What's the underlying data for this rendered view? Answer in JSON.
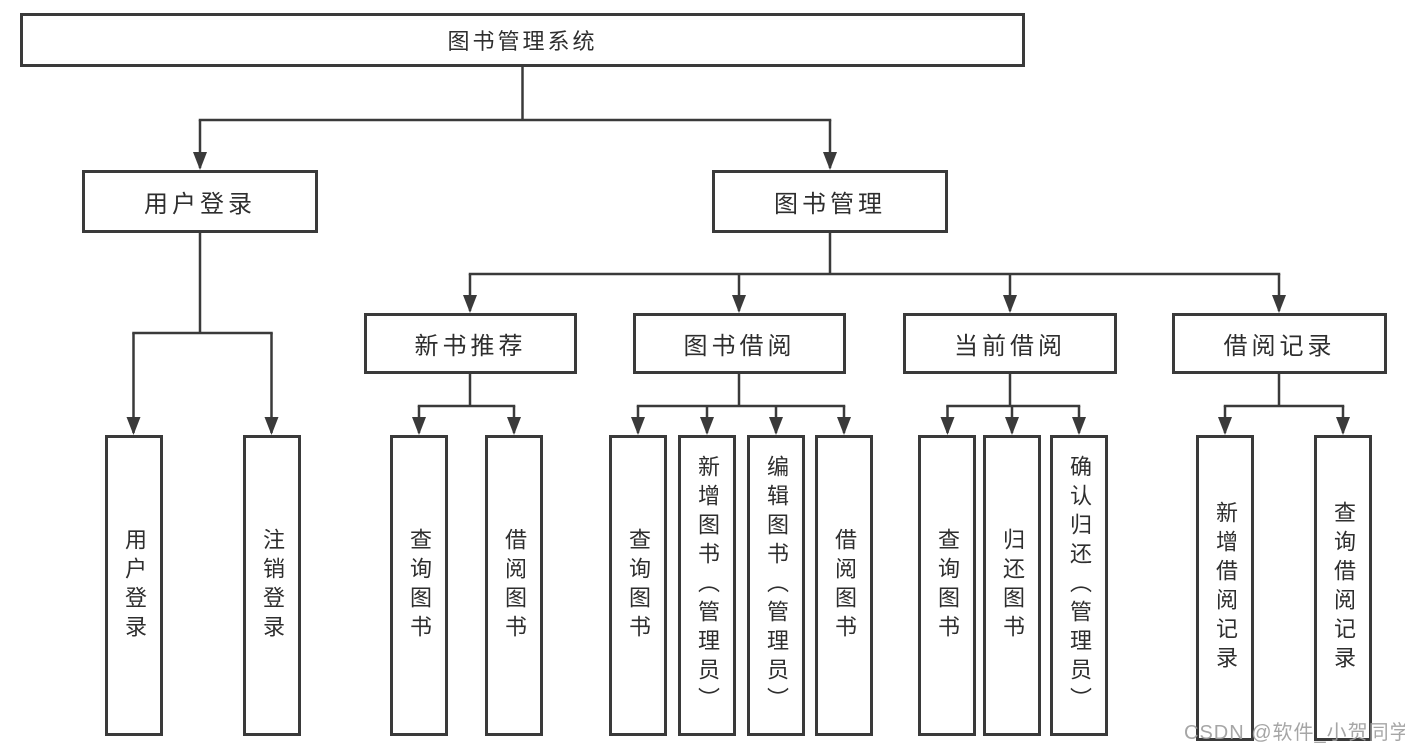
{
  "watermark": "CSDN @软件_小贺同学",
  "tree": {
    "root": "图书管理系统",
    "branches": [
      {
        "label": "用户登录",
        "children": [
          {
            "label": "用户登录"
          },
          {
            "label": "注销登录"
          }
        ]
      },
      {
        "label": "图书管理",
        "children": [
          {
            "label": "新书推荐",
            "children": [
              {
                "label": "查询图书"
              },
              {
                "label": "借阅图书"
              }
            ]
          },
          {
            "label": "图书借阅",
            "children": [
              {
                "label": "查询图书"
              },
              {
                "label": "新增图书（管理员）"
              },
              {
                "label": "编辑图书（管理员）"
              },
              {
                "label": "借阅图书"
              }
            ]
          },
          {
            "label": "当前借阅",
            "children": [
              {
                "label": "查询图书"
              },
              {
                "label": "归还图书"
              },
              {
                "label": "确认归还（管理员）"
              }
            ]
          },
          {
            "label": "借阅记录",
            "children": [
              {
                "label": "新增借阅记录"
              },
              {
                "label": "查询借阅记录"
              }
            ]
          }
        ]
      }
    ]
  }
}
